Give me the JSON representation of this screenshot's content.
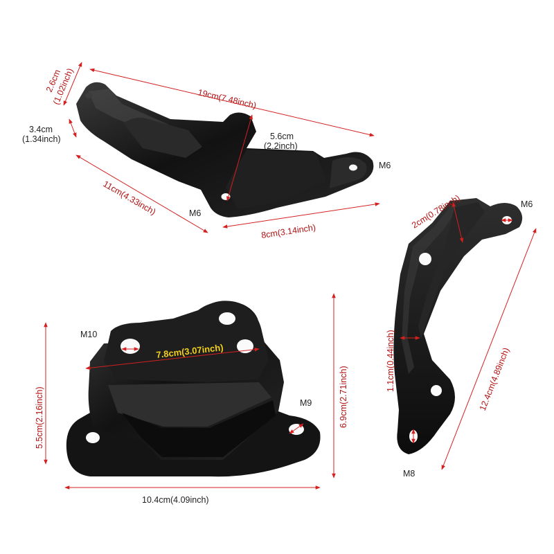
{
  "colors": {
    "dimension_line": "#d42020",
    "dimension_text": "#b31212",
    "label_text": "#222222",
    "highlight_text": "#f2cf1f",
    "part": "#161616"
  },
  "bracket_a": {
    "overall_length": "19cm(7.48inch)",
    "height_metric": "2.6cm",
    "height_imperial": "(1.02inch)",
    "width_metric": "3.4cm",
    "width_imperial": "(1.34inch)",
    "gap_metric": "5.6cm",
    "gap_imperial": "(2.2inch)",
    "arm_length": "11cm(4.33inch)",
    "base_length": "8cm(3.14inch)",
    "thread_left": "M6",
    "thread_right": "M6"
  },
  "bracket_b": {
    "top_width": "2cm(0.78inch)",
    "thread_top": "M6",
    "waist_width": "1.1cm(0.44inch)",
    "overall_length": "12.4cm(4.89inch)",
    "thread_bottom": "M8"
  },
  "bracket_c": {
    "thread_left": "M10",
    "hole_spacing": "7.8cm(3.07inch)",
    "thread_right": "M9",
    "height_left": "5.5cm(2.16inch)",
    "height_right": "6.9cm(2.71inch)",
    "base_length": "10.4cm(4.09inch)"
  }
}
